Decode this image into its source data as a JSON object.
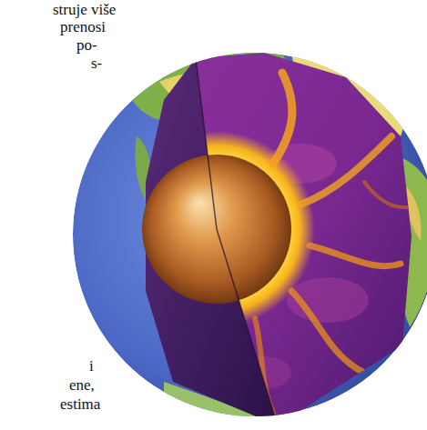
{
  "diagram": {
    "labels": [
      "struje više",
      "prenosi",
      "po-",
      "s-",
      "i",
      "ene,",
      "estima"
    ]
  }
}
